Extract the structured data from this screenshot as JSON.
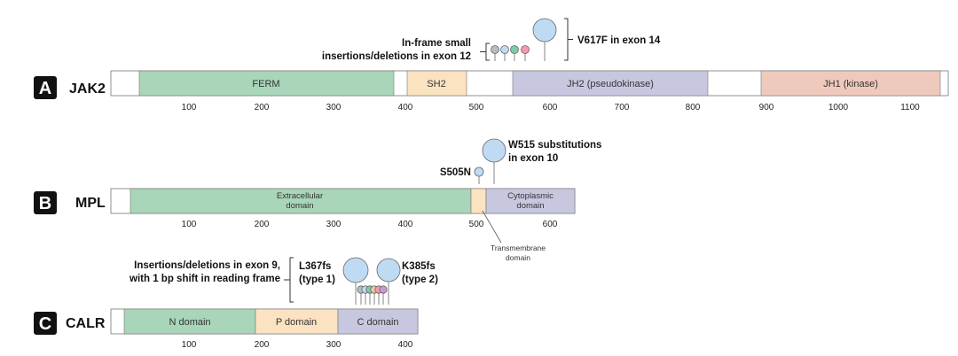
{
  "panels": {
    "a": {
      "letter": "A",
      "gene": "JAK2",
      "domains": {
        "ferm": "FERM",
        "sh2": "SH2",
        "jh2": "JH2 (pseudokinase)",
        "jh1": "JH1 (kinase)"
      },
      "ticks": [
        "100",
        "200",
        "300",
        "400",
        "500",
        "600",
        "700",
        "800",
        "900",
        "1000",
        "1100"
      ],
      "annotations": {
        "inframe_line1": "In-frame small",
        "inframe_line2": "insertions/deletions in exon 12",
        "v617f": "V617F in exon 14"
      }
    },
    "b": {
      "letter": "B",
      "gene": "MPL",
      "domains": {
        "extracellular_1": "Extracellular",
        "extracellular_2": "domain",
        "cytoplasmic_1": "Cytoplasmic",
        "cytoplasmic_2": "domain"
      },
      "ticks": [
        "100",
        "200",
        "300",
        "400",
        "500",
        "600"
      ],
      "annotations": {
        "s505n": "S505N",
        "w515_line1": "W515 substitutions",
        "w515_line2": "in exon 10",
        "tm_line1": "Transmembrane",
        "tm_line2": "domain"
      }
    },
    "c": {
      "letter": "C",
      "gene": "CALR",
      "domains": {
        "n": "N domain",
        "p": "P domain",
        "c": "C domain"
      },
      "ticks": [
        "100",
        "200",
        "300",
        "400"
      ],
      "annotations": {
        "indel_line1": "Insertions/deletions in exon 9,",
        "indel_line2": "with 1 bp shift in reading frame",
        "l367_line1": "L367fs",
        "l367_line2": "(type 1)",
        "k385_line1": "K385fs",
        "k385_line2": "(type 2)"
      }
    }
  },
  "colors": {
    "green": "#a9d5b9",
    "orange": "#fbe2c0",
    "purple": "#c7c8e0",
    "salmon": "#f0c9bd",
    "lollipop_blue": "#bfdbf4",
    "small_grey": "#b9bcbf",
    "small_blue": "#bfdbf4",
    "small_green": "#7fcba5",
    "small_pink": "#f19cb2",
    "small_purple": "#c79ad2",
    "small_orange": "#f7c59a"
  }
}
